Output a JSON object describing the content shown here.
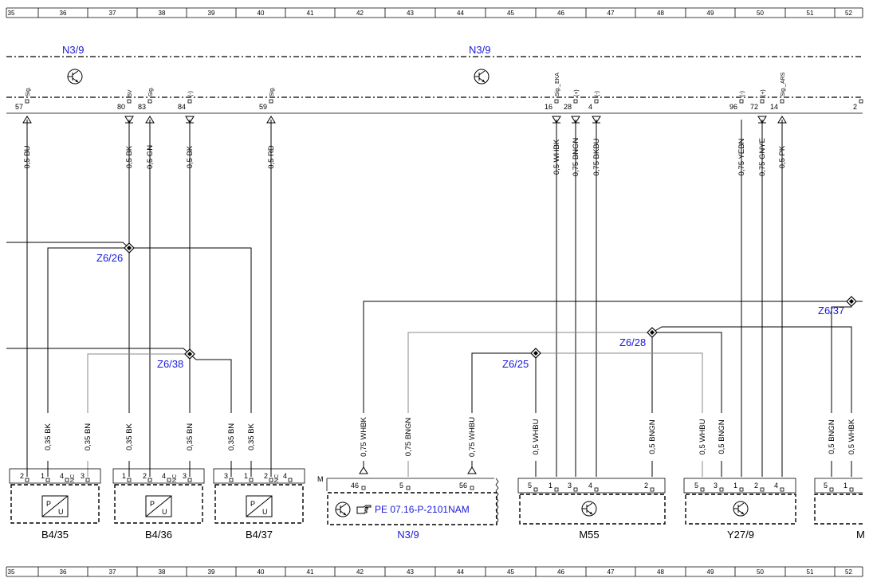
{
  "grid": [
    "35",
    "36",
    "37",
    "38",
    "39",
    "40",
    "41",
    "42",
    "43",
    "44",
    "45",
    "46",
    "47",
    "48",
    "49",
    "50",
    "51",
    "52"
  ],
  "module_labels": {
    "left": "N3/9",
    "right": "N3/9"
  },
  "connector_pins": [
    {
      "num": "57",
      "sig": "Sig."
    },
    {
      "num": "80",
      "sig": "5V"
    },
    {
      "num": "83",
      "sig": "Sig."
    },
    {
      "num": "84",
      "sig": "(-)"
    },
    {
      "num": "59",
      "sig": "Sig."
    },
    {
      "num": "16",
      "sig": "Sig._EKA"
    },
    {
      "num": "28",
      "sig": "(+)"
    },
    {
      "num": "4",
      "sig": "(-)"
    },
    {
      "num": "96",
      "sig": "(-)"
    },
    {
      "num": "72",
      "sig": "(+)"
    },
    {
      "num": "14",
      "sig": "Sig._ARS"
    },
    {
      "num": "2",
      "sig": ""
    }
  ],
  "top_wires": [
    "0,5 BU",
    "0,5 BK",
    "0,5 GN",
    "0,5 BK",
    "0,5 RD",
    "0,5 WHBK",
    "0,75 BNGN",
    "0,75 BKBU",
    "0,75 YEBN",
    "0,75 GNYE",
    "0,5 PK"
  ],
  "splices": {
    "z626": "Z6/26",
    "z638": "Z6/38",
    "z637": "Z6/37",
    "z628": "Z6/28",
    "z625": "Z6/25"
  },
  "bottom_wires": [
    "0,35 BK",
    "0,35 BN",
    "0,35 BK",
    "0,35 BN",
    "0,35 BN",
    "0,35 BK",
    "0,75 WHBK",
    "0,75 BNGN",
    "0,75 WHBU",
    "0,5 WHBU",
    "0,5 BNGN",
    "0,5 WHBU",
    "0,5 BNGN",
    "0,5 BNGN",
    "0,5 WHBK"
  ],
  "sensors": [
    {
      "name": "B4/35",
      "pins": [
        "2",
        "1",
        "4",
        "3"
      ],
      "nc": "NC",
      "p": "P",
      "u": "U"
    },
    {
      "name": "B4/36",
      "pins": [
        "1",
        "2",
        "4",
        "3"
      ],
      "nc": "NC",
      "p": "P",
      "u": "U"
    },
    {
      "name": "B4/37",
      "pins": [
        "3",
        "1",
        "2",
        "4"
      ],
      "nc": "NC",
      "p": "P",
      "u": "U"
    }
  ],
  "n39": {
    "name": "N3/9",
    "m": "M",
    "pins": [
      "46",
      "5",
      "56"
    ],
    "reference": "PE 07.16-P-2101NAM"
  },
  "m55": {
    "name": "M55",
    "pins": [
      "5",
      "1",
      "3",
      "4",
      "2"
    ]
  },
  "y279": {
    "name": "Y27/9",
    "pins": [
      "5",
      "3",
      "1",
      "2",
      "4"
    ]
  },
  "edge_comp": {
    "name": "M",
    "pins": [
      "5",
      "1"
    ]
  }
}
